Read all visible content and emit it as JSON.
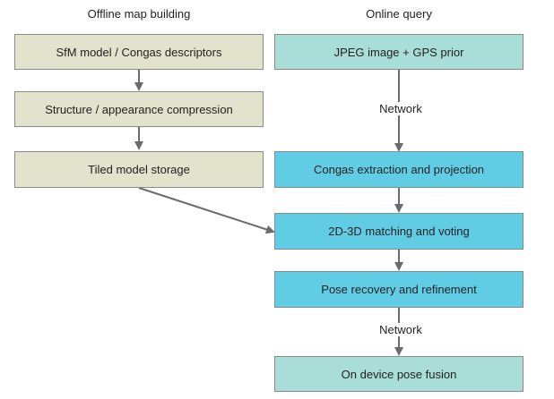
{
  "columns": {
    "offline_title": "Offline map building",
    "online_title": "Online query"
  },
  "offline": {
    "sfm": "SfM model / Congas descriptors",
    "compression": "Structure / appearance compression",
    "storage": "Tiled model storage"
  },
  "online": {
    "jpeg": "JPEG image + GPS prior",
    "network_1": "Network",
    "extraction": "Congas extraction and projection",
    "matching": "2D-3D matching and voting",
    "pose": "Pose recovery and refinement",
    "network_2": "Network",
    "fusion": "On device pose fusion"
  },
  "colors": {
    "offline_box": "#e2e2cd",
    "online_light_box": "#a9ddd7",
    "online_cyan_box": "#61cde4",
    "arrow": "#6b6b6b"
  }
}
